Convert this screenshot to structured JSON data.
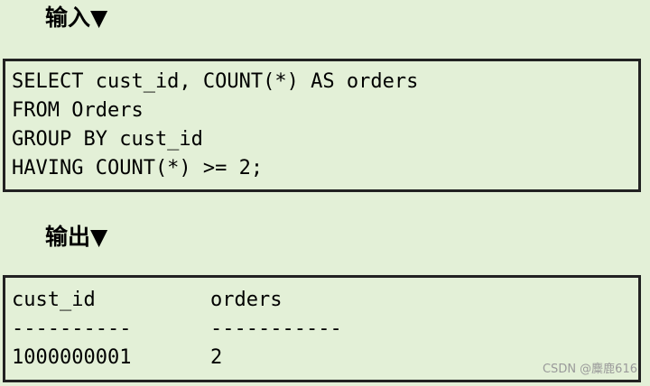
{
  "input_section": {
    "heading": "输入▼",
    "code_lines": [
      "SELECT cust_id, COUNT(*) AS orders",
      "FROM Orders",
      "GROUP BY cust_id",
      "HAVING COUNT(*) >= 2;"
    ]
  },
  "output_section": {
    "heading": "输出▼",
    "columns": [
      "cust_id",
      "orders"
    ],
    "separators": [
      "----------",
      "-----------"
    ],
    "rows": [
      [
        "1000000001",
        "2"
      ]
    ]
  },
  "watermark": "CSDN @麋鹿616"
}
